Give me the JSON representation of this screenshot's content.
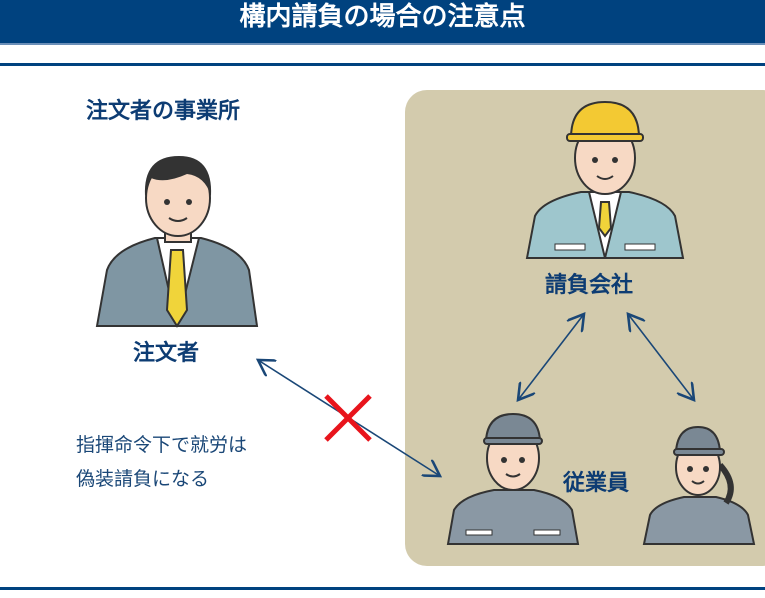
{
  "header": {
    "title": "構内請負の場合の注意点"
  },
  "client": {
    "office_label": "注文者の事業所",
    "person_label": "注文者"
  },
  "contractor": {
    "company_label": "請負会社",
    "workers_label": "従業員"
  },
  "note": {
    "line1": "指揮命令下で就労は",
    "line2": "偽装請負になる"
  },
  "colors": {
    "navy": "#00427f",
    "panel": "#d3cbad",
    "cross": "#e8141c"
  }
}
